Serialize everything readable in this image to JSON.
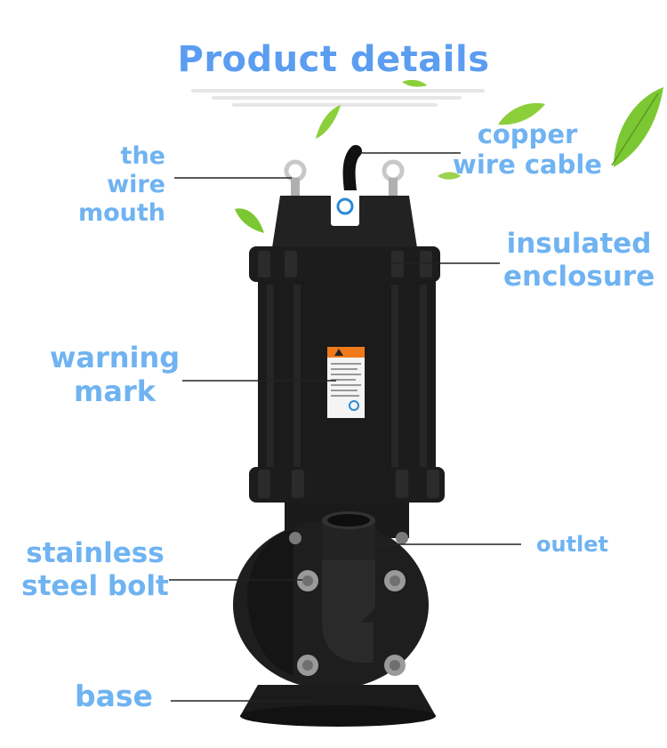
{
  "title": "Product details",
  "labels": {
    "wire_mouth": [
      "the wire",
      "mouth"
    ],
    "copper_cable": [
      "copper",
      "wire cable"
    ],
    "insulated": [
      "insulated",
      "enclosure"
    ],
    "warning": [
      "warning",
      "mark"
    ],
    "outlet": "outlet",
    "bolt": [
      "stainless",
      "steel bolt"
    ],
    "base": "base"
  },
  "colors": {
    "title": "#5b9df0",
    "label": "#6fb3f2",
    "pump_body": "#1c1c1c",
    "warning_label": "#f07a1a",
    "leaf": "#7bc832"
  }
}
